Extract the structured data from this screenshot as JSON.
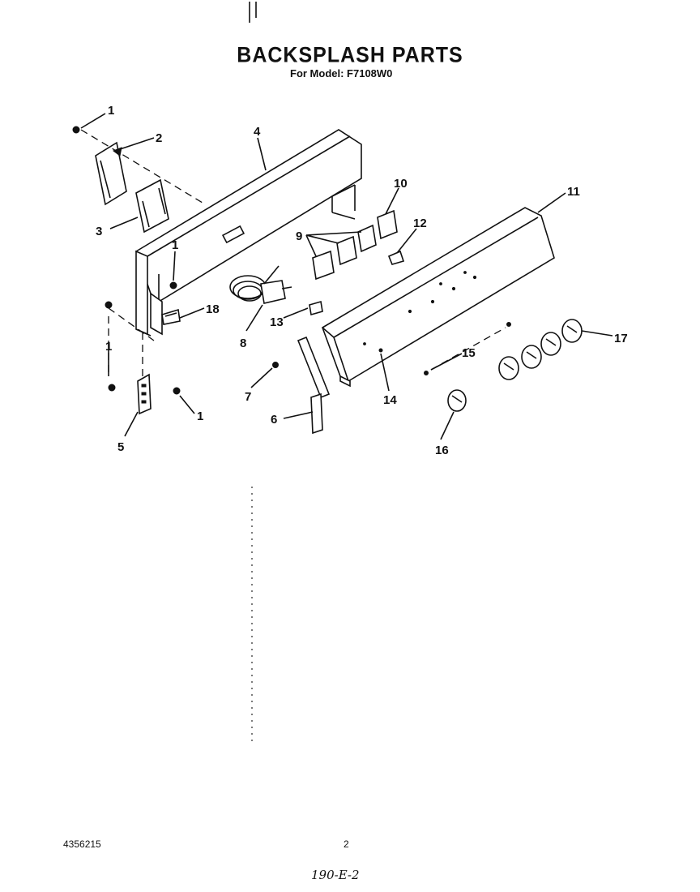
{
  "title": "BACKSPLASH PARTS",
  "subtitle": "For Model: F7108W0",
  "callouts": {
    "c1a": "1",
    "c1b": "1",
    "c1c": "1",
    "c1d": "1",
    "c2": "2",
    "c3": "3",
    "c4": "4",
    "c5": "5",
    "c6": "6",
    "c7": "7",
    "c8": "8",
    "c9": "9",
    "c10": "10",
    "c11": "11",
    "c12": "12",
    "c13": "13",
    "c14": "14",
    "c15": "15",
    "c16": "16",
    "c17": "17",
    "c18": "18"
  },
  "footer": {
    "doc_number": "4356215",
    "page_number": "2",
    "handwritten_code": "190-E-2"
  }
}
